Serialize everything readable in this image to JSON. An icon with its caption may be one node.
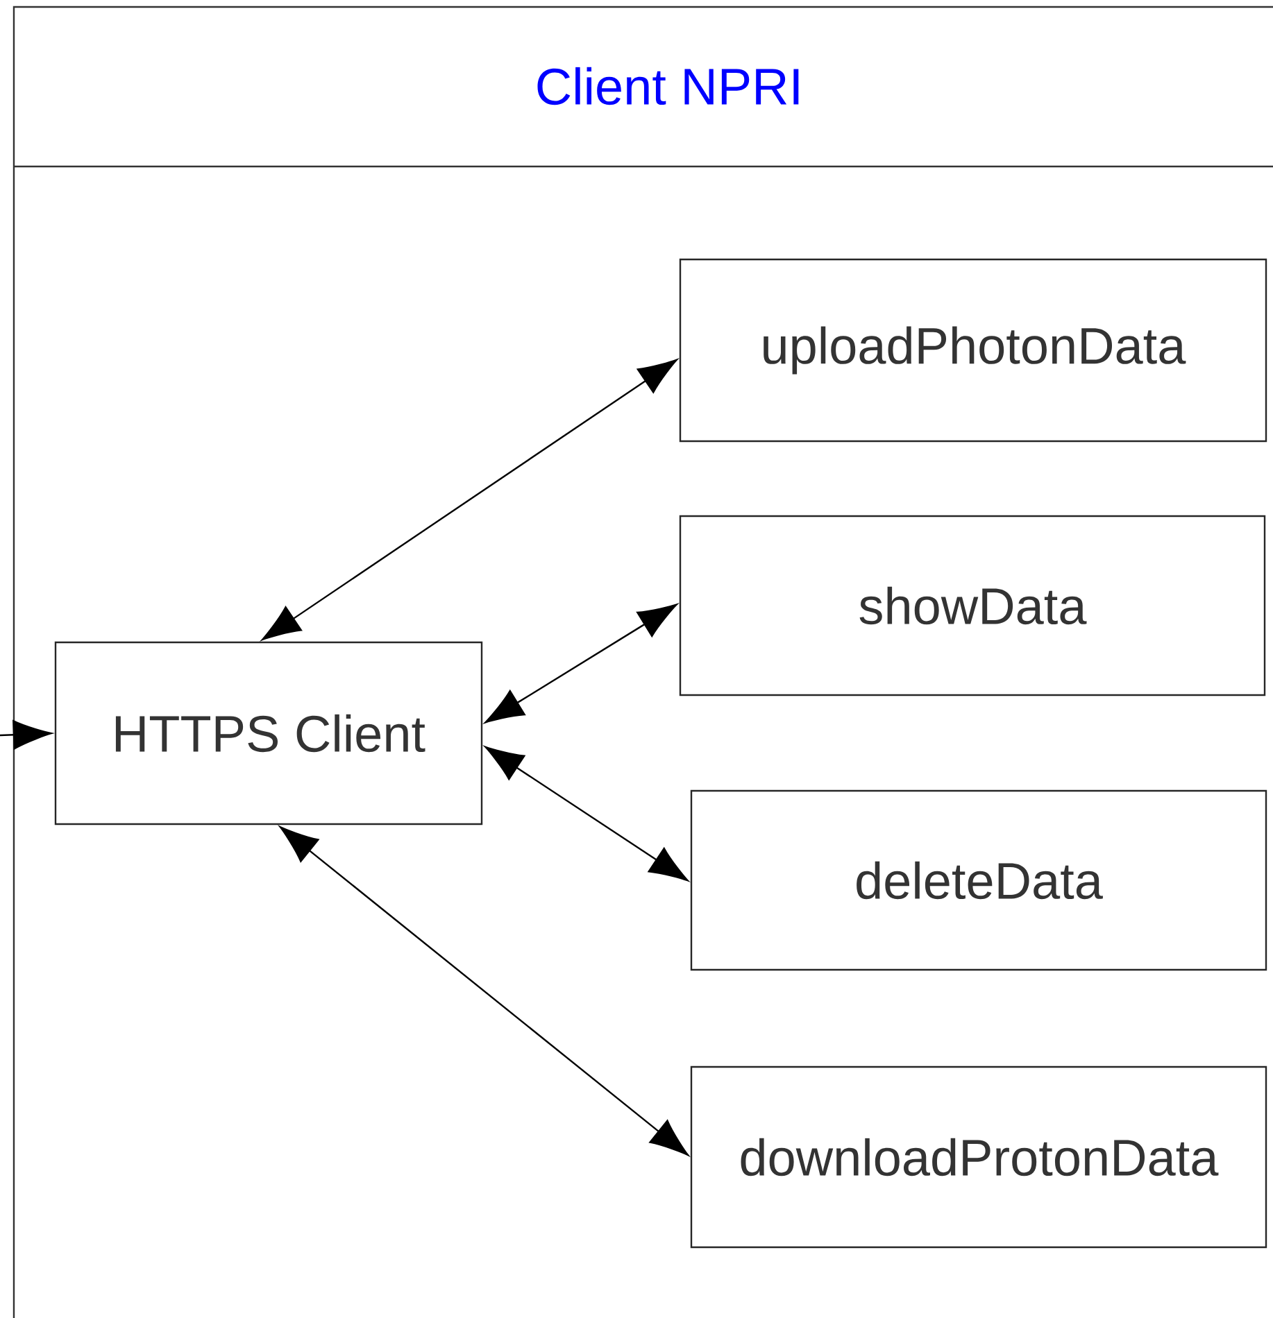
{
  "diagram": {
    "nodes": [
      {
        "text": [
          "Client NPRI"
        ]
      },
      {
        "text": [
          "HTTPS Client"
        ],
        "in": 0
      },
      {
        "text": [
          "uploadPhotonData"
        ],
        "in": 0
      },
      {
        "text": [
          "showData"
        ],
        "in": 0
      },
      {
        "text": [
          "deleteData"
        ],
        "in": 0
      },
      {
        "text": [
          "downloadProtonData"
        ],
        "in": 0
      }
    ],
    "edges": [
      {
        "from": null,
        "to": 1,
        "arrow": "to"
      },
      {
        "from": 1,
        "to": 2,
        "arrow": "both"
      },
      {
        "from": 1,
        "to": 3,
        "arrow": "both"
      },
      {
        "from": 1,
        "to": 4,
        "arrow": "both"
      },
      {
        "from": 1,
        "to": 5,
        "arrow": "both"
      }
    ]
  }
}
